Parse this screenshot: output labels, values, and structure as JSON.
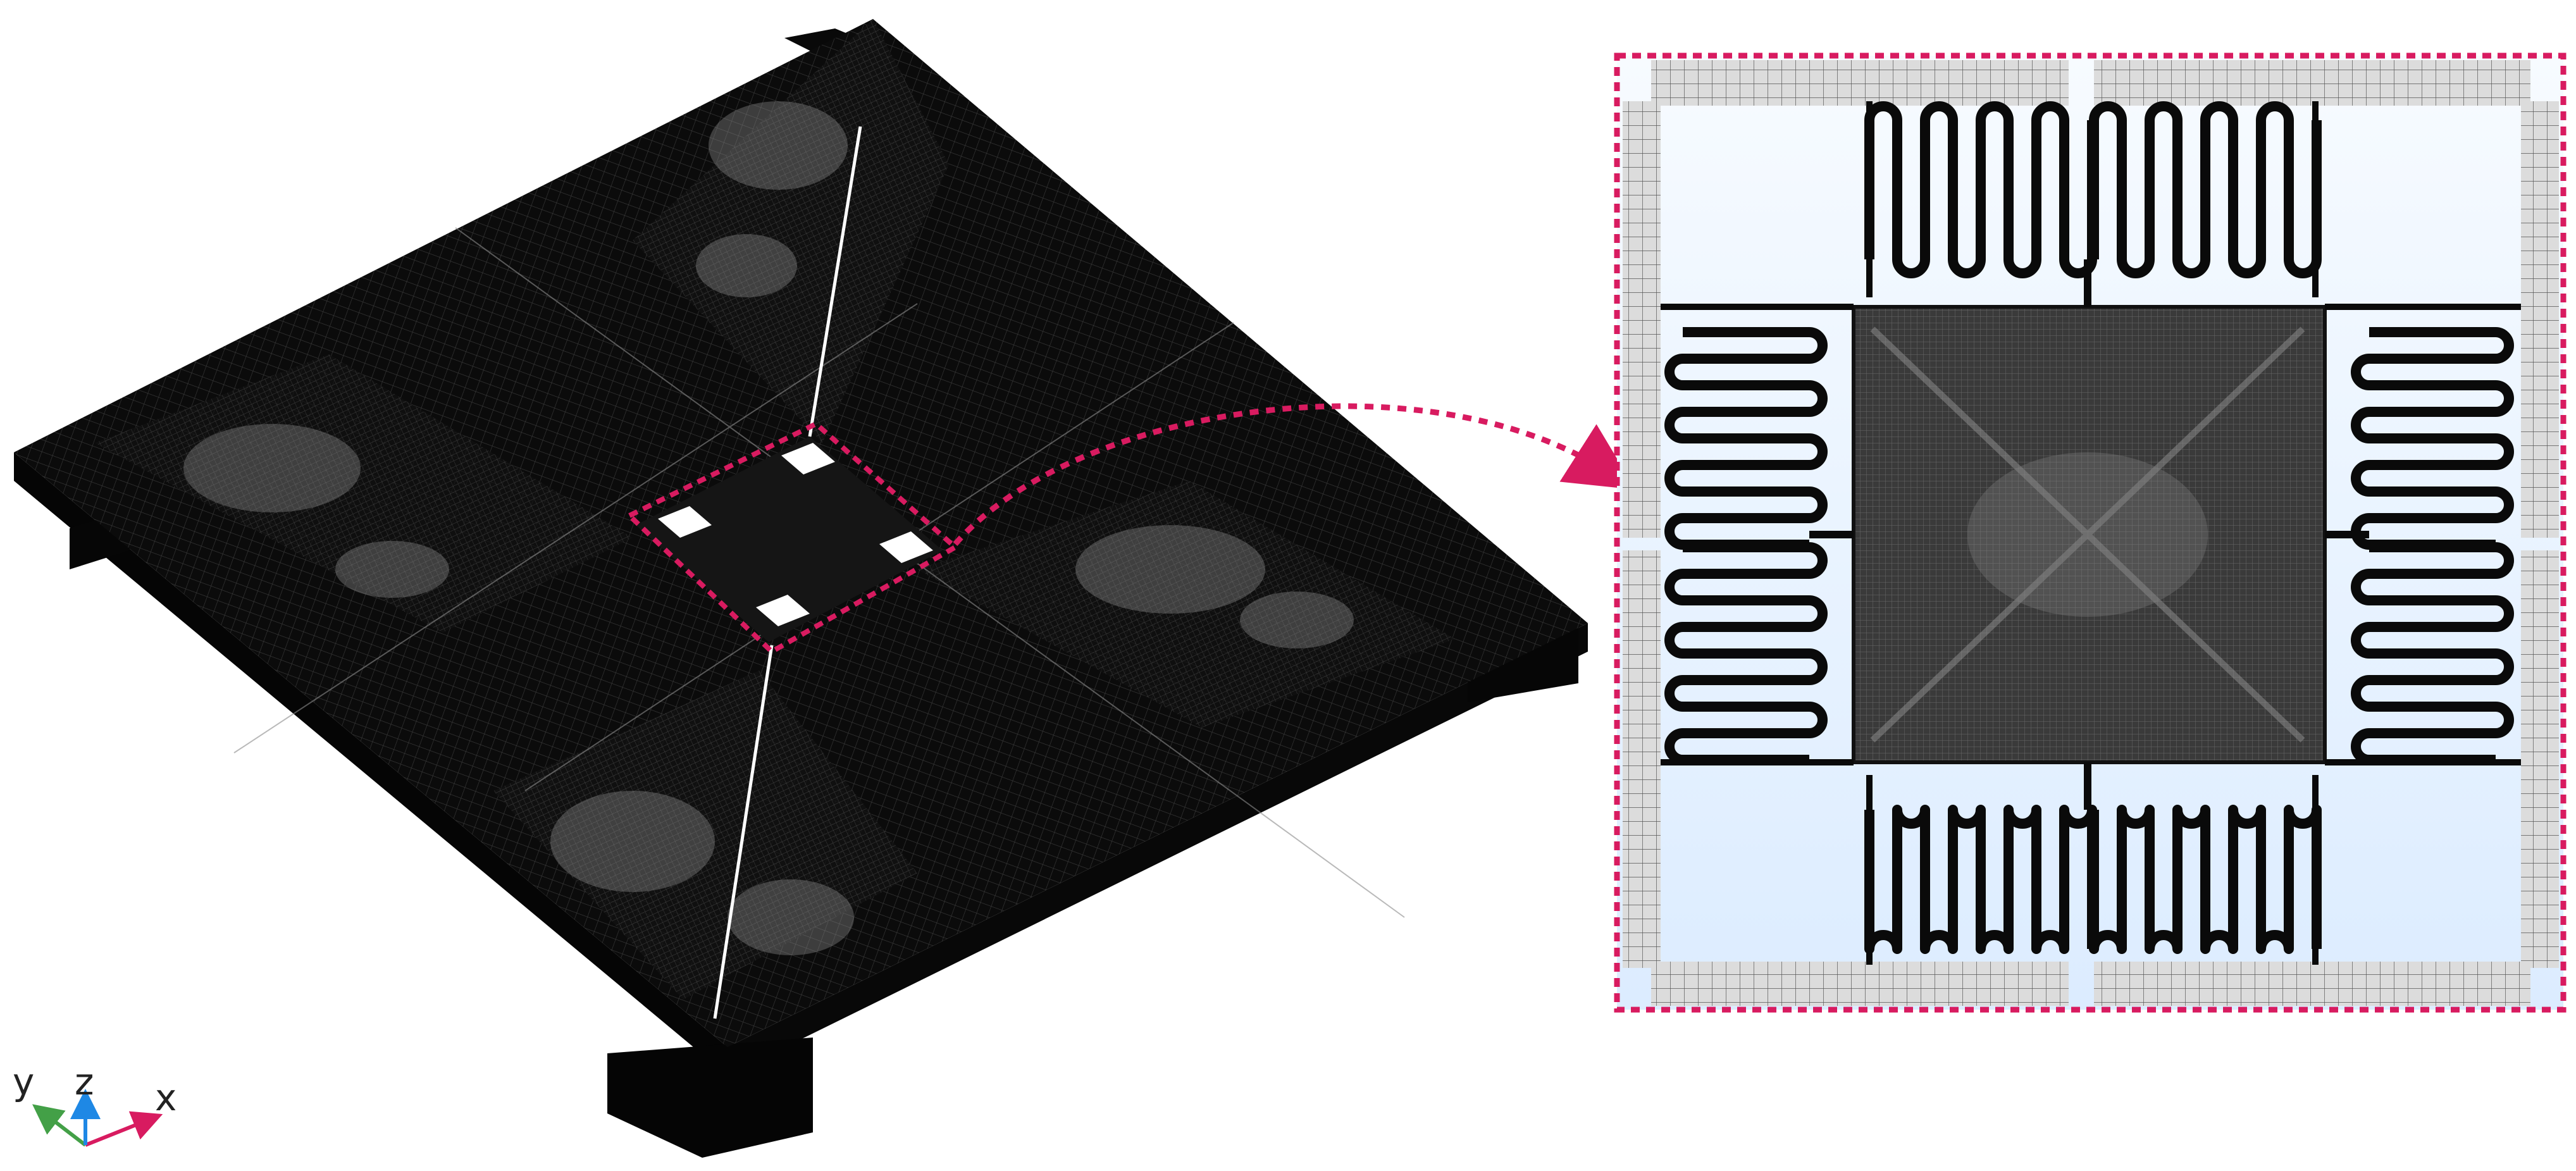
{
  "axis_triad": {
    "labels": {
      "x": "x",
      "y": "y",
      "z": "z"
    },
    "colors": {
      "x": "#d81b60",
      "y": "#43a047",
      "z": "#1e88e5"
    }
  },
  "colors": {
    "mesh_dark": "#0b0b0b",
    "mesh_line": "#5a5a5a",
    "mesh_highlight": "#9a9a9a",
    "highlight_dashed": "#d81b60",
    "inset_background": "#eaf3ff",
    "inset_center": "#3a3a3a",
    "spring_trace": "#0a0a0a",
    "gap_white": "#ffffff"
  },
  "views": {
    "isometric": "full-device-mesh",
    "inset": "top-view-zoom-of-center"
  }
}
